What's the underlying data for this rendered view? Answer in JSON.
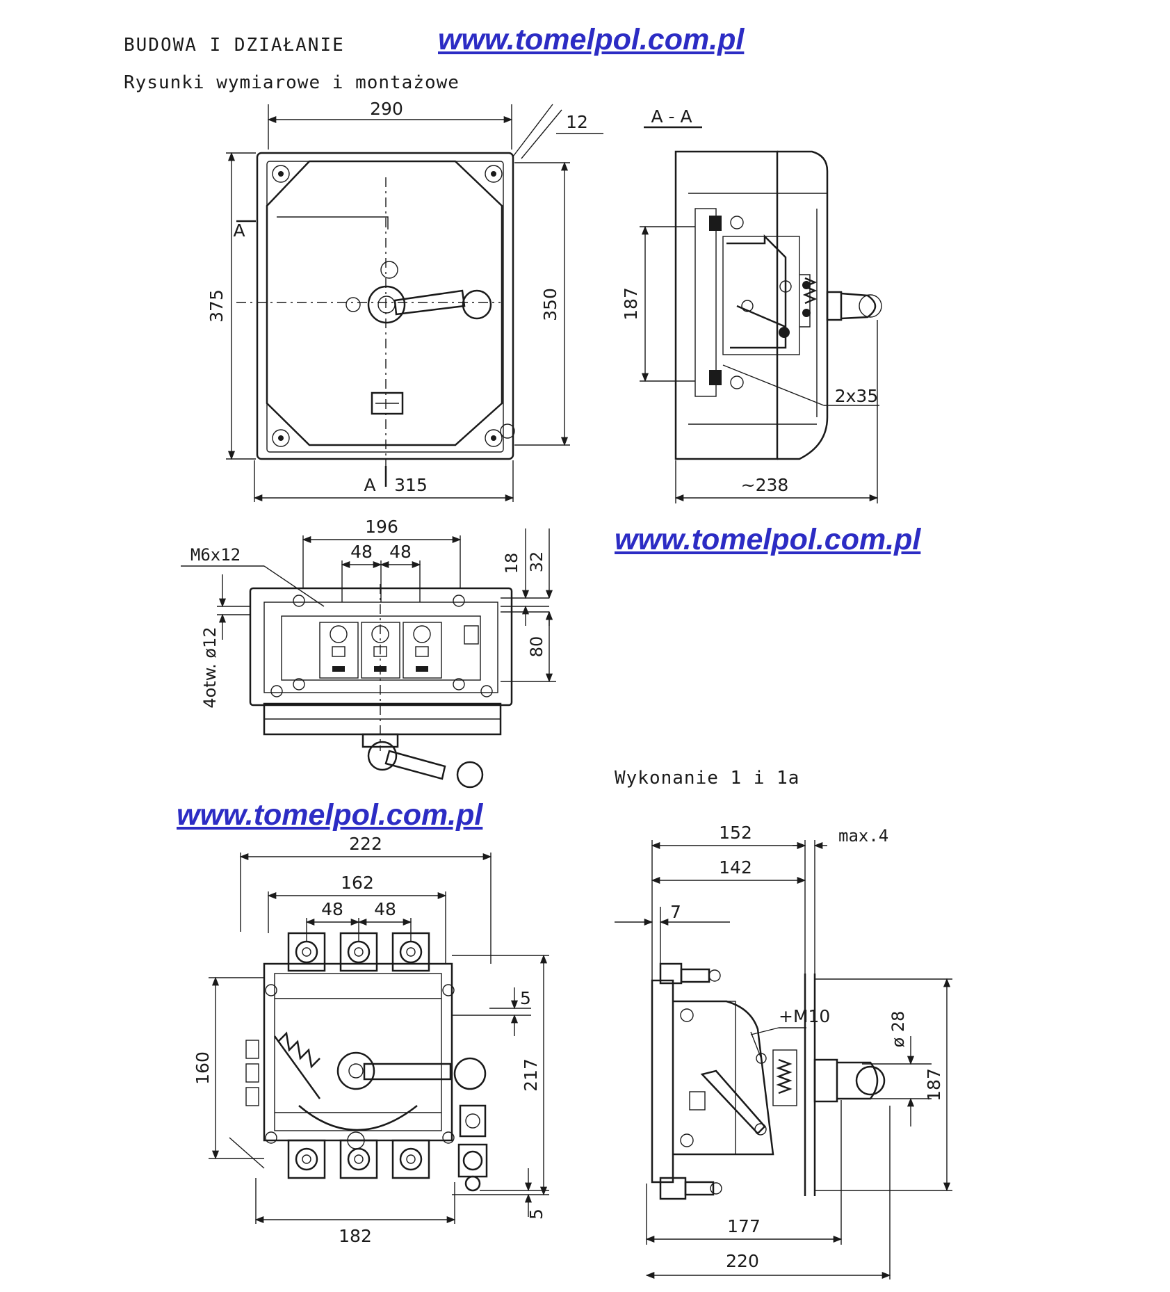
{
  "header": {
    "title": "BUDOWA I DZIAŁANIE",
    "subtitle": "Rysunki wymiarowe i montażowe"
  },
  "watermarks": [
    "www.tomelpol.com.pl",
    "www.tomelpol.com.pl",
    "www.tomelpol.com.pl"
  ],
  "caption": "Wykonanie 1 i 1a",
  "views": {
    "front": {
      "dim_width_top": "290",
      "dim_corner": "12",
      "dim_height_left": "375",
      "dim_height_right": "350",
      "dim_width_bottom": "315",
      "section_mark_top": "A",
      "section_mark_bottom": "A"
    },
    "section_aa": {
      "title": "A - A",
      "dim_height": "187",
      "dim_cable": "2x35",
      "dim_depth": "~238"
    },
    "top_view": {
      "dim_overall": "196",
      "dim_pitch_1": "48",
      "dim_pitch_2": "48",
      "dim_bolt": "M6x12",
      "dim_offset_1": "18",
      "dim_offset_2": "32",
      "dim_holes": "4otw. ø12",
      "dim_depth": "80"
    },
    "switch_front": {
      "dim_width_outer": "222",
      "dim_width_inner": "162",
      "dim_pitch_1": "48",
      "dim_pitch_2": "48",
      "dim_height_left": "160",
      "dim_gap_top": "5",
      "dim_height_right": "217",
      "dim_gap_bottom": "5",
      "dim_width_bottom": "182"
    },
    "switch_side": {
      "dim_depth_1": "152",
      "dim_panel": "max.4",
      "dim_depth_2": "142",
      "dim_offset": "7",
      "dim_screw": "+M10",
      "dim_diameter": "ø 28",
      "dim_height": "187",
      "dim_base_1": "177",
      "dim_base_2": "220"
    }
  }
}
